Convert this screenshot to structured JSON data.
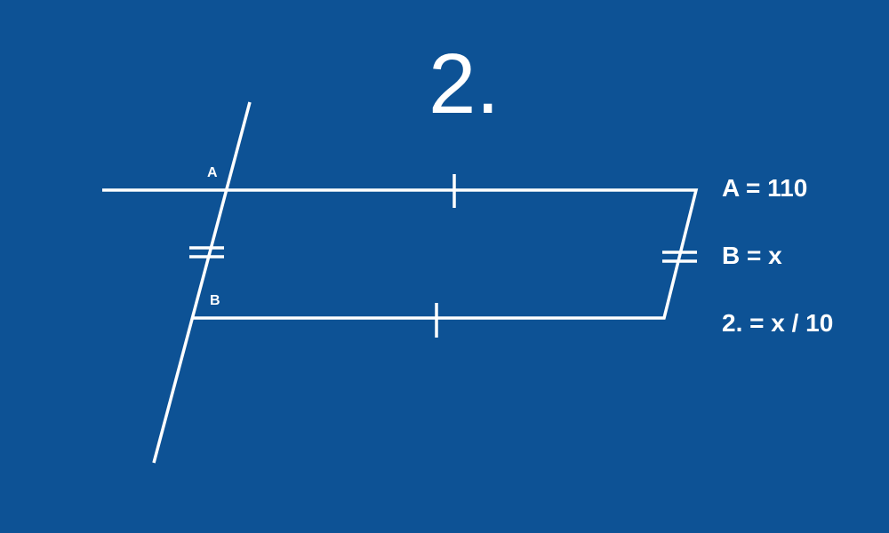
{
  "slide": {
    "problem_number": "2."
  },
  "diagram": {
    "angle_labels": {
      "a": "A",
      "b": "B"
    }
  },
  "givens": [
    "A = 110",
    "B = x",
    "2. = x / 10"
  ],
  "colors": {
    "background": "#0d5295",
    "foreground": "#ffffff"
  }
}
